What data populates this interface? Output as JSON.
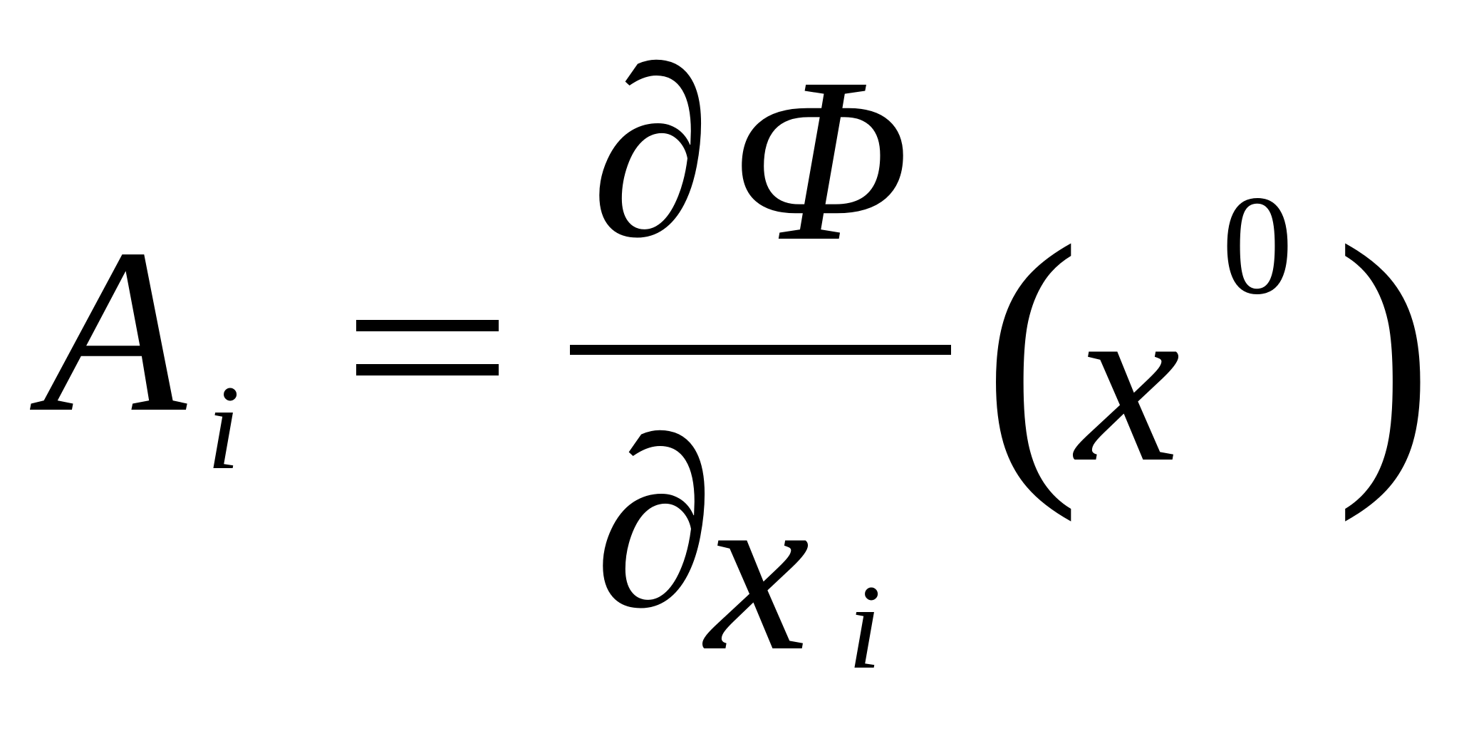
{
  "formula": {
    "lhs": {
      "symbol": "A",
      "subscript": "i"
    },
    "equals": "=",
    "fraction": {
      "numerator_partial": "∂",
      "numerator_symbol": "Φ",
      "denominator_partial": "∂",
      "denominator_symbol": "x",
      "denominator_subscript": "i"
    },
    "argument": {
      "open_paren": "(",
      "symbol": "x",
      "superscript": "0",
      "close_paren": ")"
    }
  }
}
